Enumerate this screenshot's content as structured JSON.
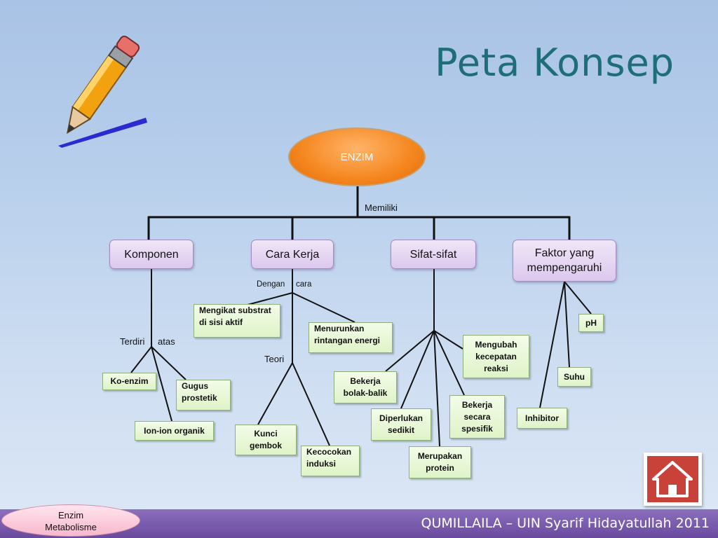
{
  "title": "Peta Konsep",
  "root": "ENZIM",
  "connector_root": "Memiliki",
  "categories": {
    "komponen": "Komponen",
    "cara_kerja": "Cara Kerja",
    "sifat": "Sifat-sifat",
    "faktor": [
      "Faktor yang",
      "mempengaruhi"
    ]
  },
  "labels": {
    "terdiri": "Terdiri",
    "atas": "atas",
    "dengan": "Dengan",
    "cara": "cara",
    "teori": "Teori"
  },
  "komponen_items": {
    "koenzim": "Ko-enzim",
    "gugus": [
      "Gugus",
      "prostetik"
    ],
    "ion": "Ion-ion organik"
  },
  "cara_kerja_items": {
    "mengikat": [
      "Mengikat substrat",
      "di sisi aktif"
    ],
    "menurunkan": [
      "Menurunkan",
      "rintangan energi"
    ],
    "kunci": [
      "Kunci",
      "gembok"
    ],
    "kecocokan": [
      "Kecocokan",
      "induksi"
    ]
  },
  "sifat_items": {
    "mengubah": [
      "Mengubah",
      "kecepatan",
      "reaksi"
    ],
    "bolak": [
      "Bekerja",
      "bolak-balik"
    ],
    "spesifik": [
      "Bekerja",
      "secara",
      "spesifik"
    ],
    "diperlukan": [
      "Diperlukan",
      "sedikit"
    ],
    "protein": [
      "Merupakan",
      "protein"
    ]
  },
  "faktor_items": {
    "ph": "pH",
    "suhu": "Suhu",
    "inhibitor": "Inhibitor"
  },
  "footer": {
    "credit": "QUMILLAILA – UIN Syarif Hidayatullah 2011",
    "badge": [
      "Enzim",
      "Metabolisme"
    ]
  },
  "colors": {
    "root_fill": "#f5861e",
    "category_fill": "#e4d6f1",
    "leaf_fill": "#e6f6d2",
    "title": "#1d6e78",
    "footer_bar": "#7656aa"
  }
}
